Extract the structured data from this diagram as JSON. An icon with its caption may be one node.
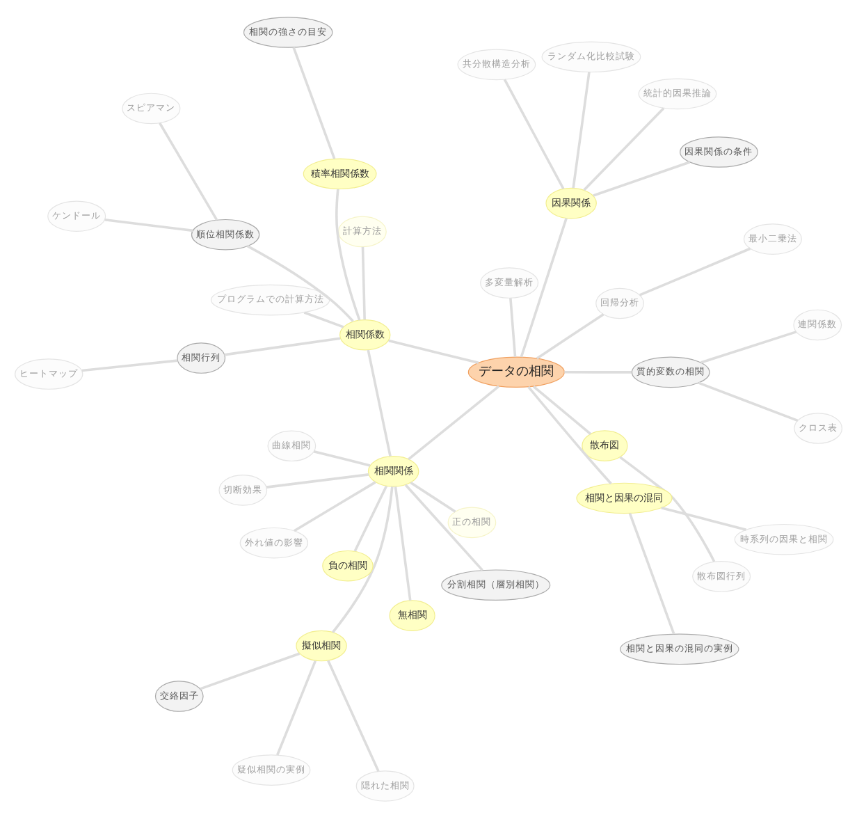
{
  "diagram": {
    "nodes": [
      {
        "text": [
          "データの相関"
        ]
      },
      {
        "text": [
          "因果関係"
        ]
      },
      {
        "text": [
          "因果関係の条件"
        ]
      },
      {
        "text": [
          "統計的因果推論"
        ]
      },
      {
        "text": [
          "ランダム化比較試験"
        ]
      },
      {
        "text": [
          "共分散構造分析"
        ]
      },
      {
        "text": [
          "最小二乗法"
        ]
      },
      {
        "text": [
          "回帰分析"
        ]
      },
      {
        "text": [
          "多変量解析"
        ]
      },
      {
        "text": [
          "散布図"
        ]
      },
      {
        "text": [
          "散布図行列"
        ]
      },
      {
        "text": [
          "質的変数の相関"
        ]
      },
      {
        "text": [
          "連関係数"
        ]
      },
      {
        "text": [
          "クロス表"
        ]
      },
      {
        "text": [
          "相関と因果の混同"
        ]
      },
      {
        "text": [
          "相関と因果の混同の実例"
        ]
      },
      {
        "text": [
          "時系列の因果と相関"
        ]
      },
      {
        "text": [
          "擬似相関"
        ]
      },
      {
        "text": [
          "交絡因子"
        ]
      },
      {
        "text": [
          "疑似相関の実例"
        ]
      },
      {
        "text": [
          "隠れた相関"
        ]
      },
      {
        "text": [
          "相関関係"
        ]
      },
      {
        "text": [
          "外れ値の影響"
        ]
      },
      {
        "text": [
          "切断効果"
        ]
      },
      {
        "text": [
          "分割相関（層別相関）"
        ]
      },
      {
        "text": [
          "正の相関"
        ]
      },
      {
        "text": [
          "負の相関"
        ]
      },
      {
        "text": [
          "無相関"
        ]
      },
      {
        "text": [
          "曲線相関"
        ]
      },
      {
        "text": [
          "相関係数"
        ]
      },
      {
        "text": [
          "相関行列"
        ]
      },
      {
        "text": [
          "ヒートマップ"
        ]
      },
      {
        "text": [
          "計算方法"
        ]
      },
      {
        "text": [
          "プログラムでの計算方法"
        ]
      },
      {
        "text": [
          "積率相関係数"
        ]
      },
      {
        "text": [
          "相関の強さの目安"
        ]
      },
      {
        "text": [
          "順位相関係数"
        ]
      },
      {
        "text": [
          "スピアマン"
        ]
      },
      {
        "text": [
          "ケンドール"
        ]
      }
    ],
    "edges": [
      {
        "from": 1,
        "to": 0,
        "arrow": "none"
      },
      {
        "from": 2,
        "to": 1,
        "arrow": "none"
      },
      {
        "from": 3,
        "to": 1,
        "arrow": "none"
      },
      {
        "from": 4,
        "to": 1,
        "arrow": "none"
      },
      {
        "from": 5,
        "to": 1,
        "arrow": "none"
      },
      {
        "from": 6,
        "to": 7,
        "arrow": "none"
      },
      {
        "from": 7,
        "to": 0,
        "arrow": "none"
      },
      {
        "from": 8,
        "to": 0,
        "arrow": "none"
      },
      {
        "from": 9,
        "to": 0,
        "arrow": "none"
      },
      {
        "from": 10,
        "to": 9,
        "arrow": "none"
      },
      {
        "from": 11,
        "to": 0,
        "arrow": "none"
      },
      {
        "from": 12,
        "to": 11,
        "arrow": "none"
      },
      {
        "from": 13,
        "to": 11,
        "arrow": "none"
      },
      {
        "from": 14,
        "to": 0,
        "arrow": "none"
      },
      {
        "from": 15,
        "to": 14,
        "arrow": "none"
      },
      {
        "from": 16,
        "to": 14,
        "arrow": "none"
      },
      {
        "from": 17,
        "to": 21,
        "arrow": "none"
      },
      {
        "from": 18,
        "to": 17,
        "arrow": "none"
      },
      {
        "from": 19,
        "to": 17,
        "arrow": "none"
      },
      {
        "from": 20,
        "to": 17,
        "arrow": "none"
      },
      {
        "from": 21,
        "to": 0,
        "arrow": "none"
      },
      {
        "from": 22,
        "to": 21,
        "arrow": "none"
      },
      {
        "from": 23,
        "to": 21,
        "arrow": "none"
      },
      {
        "from": 24,
        "to": 21,
        "arrow": "none"
      },
      {
        "from": 25,
        "to": 21,
        "arrow": "none"
      },
      {
        "from": 26,
        "to": 21,
        "arrow": "none"
      },
      {
        "from": 27,
        "to": 21,
        "arrow": "none"
      },
      {
        "from": 28,
        "to": 21,
        "arrow": "none"
      },
      {
        "from": 29,
        "to": 0,
        "arrow": "none"
      },
      {
        "from": 29,
        "to": 21,
        "arrow": "none"
      },
      {
        "from": 30,
        "to": 29,
        "arrow": "none"
      },
      {
        "from": 31,
        "to": 30,
        "arrow": "none"
      },
      {
        "from": 32,
        "to": 29,
        "arrow": "none"
      },
      {
        "from": 33,
        "to": 29,
        "arrow": "none"
      },
      {
        "from": 34,
        "to": 29,
        "arrow": "none"
      },
      {
        "from": 35,
        "to": 34,
        "arrow": "none"
      },
      {
        "from": 36,
        "to": 29,
        "arrow": "none"
      },
      {
        "from": 37,
        "to": 36,
        "arrow": "none"
      },
      {
        "from": 38,
        "to": 36,
        "arrow": "none"
      }
    ]
  }
}
